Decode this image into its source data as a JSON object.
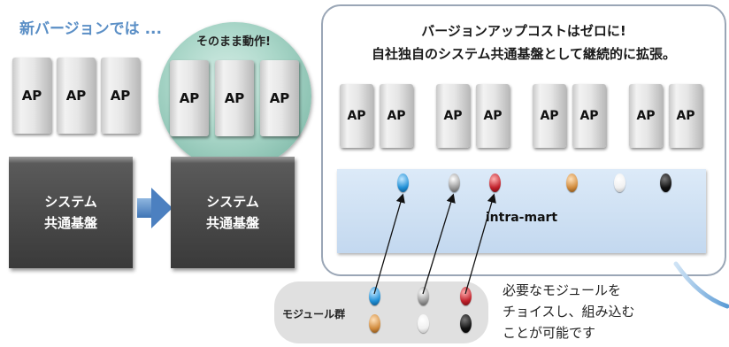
{
  "left": {
    "heading": "新バージョンでは ...",
    "ap_label": "AP",
    "base_line1": "システム",
    "base_line2": "共通基盤",
    "circle_label": "そのまま動作!"
  },
  "right": {
    "title_line1": "バージョンアップコストはゼロに!",
    "title_line2": "自社独自のシステム共通基盤として継続的に拡張。",
    "ap_label": "AP",
    "platform_label": "intra-mart"
  },
  "modules": {
    "label": "モジュール群",
    "colors": [
      "#1f8fd6",
      "#8a8a8a",
      "#c0202a",
      "#d08a3c",
      "#f4f4f4",
      "#111111"
    ]
  },
  "description": {
    "line1": "必要なモジュールを",
    "line2": "チョイスし、組み込む",
    "line3": "ことが可能です"
  },
  "colors": {
    "accent_blue": "#5b8fc6",
    "panel_border": "#9aa6b6",
    "base_dark": "#474747"
  }
}
